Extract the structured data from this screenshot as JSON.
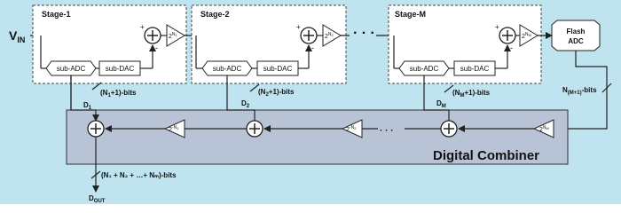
{
  "vin_label": "V",
  "vin_sub": "IN",
  "stages": [
    {
      "title": "Stage-1",
      "sub_adc": "sub-ADC",
      "sub_dac": "sub-DAC",
      "gain_base": "2",
      "gain_exp": "N",
      "gain_exp_sub": "1",
      "plus": "+",
      "minus": "-"
    },
    {
      "title": "Stage-2",
      "sub_adc": "sub-ADC",
      "sub_dac": "sub-DAC",
      "gain_base": "2",
      "gain_exp": "N",
      "gain_exp_sub": "2",
      "plus": "+",
      "minus": "-"
    },
    {
      "title": "Stage-M",
      "sub_adc": "sub-ADC",
      "sub_dac": "sub-DAC",
      "gain_base": "2",
      "gain_exp": "N",
      "gain_exp_sub": "M",
      "plus": "+",
      "minus": "-"
    }
  ],
  "ellipsis": "· · ·",
  "flash_adc": {
    "line1": "Flash",
    "line2": "ADC"
  },
  "bits_labels": [
    {
      "pre": "(N",
      "sub": "1",
      "post": "+1)-bits"
    },
    {
      "pre": "(N",
      "sub": "2",
      "post": "+1)-bits"
    },
    {
      "pre": "(N",
      "sub": "M",
      "post": "+1)-bits"
    }
  ],
  "flash_bits": {
    "pre": "N",
    "sub": "(M+1)",
    "post": "-bits"
  },
  "d_labels": [
    {
      "pre": "D",
      "sub": "1"
    },
    {
      "pre": "D",
      "sub": "2"
    },
    {
      "pre": "D",
      "sub": "M"
    }
  ],
  "combiner": {
    "title": "Digital Combiner",
    "scalers": [
      {
        "base": "2",
        "exp": "-N",
        "exp_sub": "1"
      },
      {
        "base": "2",
        "exp": "-N",
        "exp_sub": "2"
      },
      {
        "base": "2",
        "exp": "N",
        "exp_sub": "M"
      }
    ]
  },
  "output_bits": {
    "text": "(N₁ + N₂ + …+ Nₘ)-bits"
  },
  "dout": {
    "pre": "D",
    "sub": "OUT"
  },
  "colors": {
    "background": "#bfe3ef",
    "combiner_fill": "#b8c4d6",
    "wire": "#222222"
  }
}
